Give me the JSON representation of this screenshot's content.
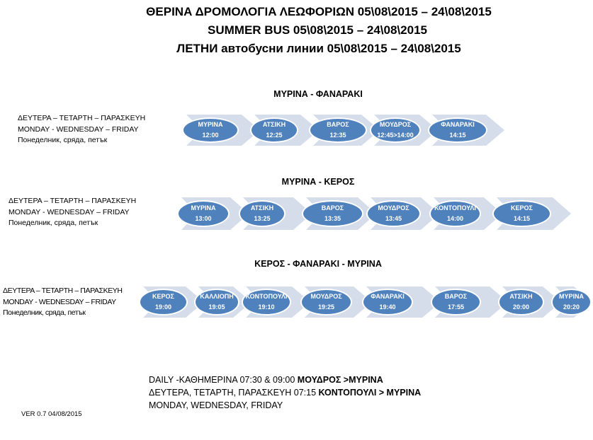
{
  "header": {
    "title_greek": "ΘΕΡΙΝΑ ΔΡΟΜΟΛΟΓΙΑ ΛΕΩΦΟΡΙΩΝ  05\\08\\2015 – 24\\08\\2015",
    "title_english": "SUMMER BUS 05\\08\\2015 – 24\\08\\2015",
    "title_bulgarian": "ЛЕТНИ автобусни линии 05\\08\\2015 – 24\\08\\2015"
  },
  "days": {
    "greek": "ΔΕΥΤΕΡΑ – ΤΕΤΑΡΤΗ – ΠΑΡΑΣΚΕΥΗ",
    "english": "MONDAY - WEDNESDAY – FRIDAY",
    "bulgarian": "Понеделник, сряда, петък"
  },
  "colors": {
    "stop_fill": "#4f81bd",
    "arrow_fill": "#d5dcea"
  },
  "routes": [
    {
      "title": "ΜΥΡΙΝΑ - ΦΑΝΑΡΑΚΙ",
      "stops": [
        {
          "name": "ΜΥΡΙΝΑ",
          "time": "12:00"
        },
        {
          "name": "ΑΤΣΙΚΗ",
          "time": "12:25"
        },
        {
          "name": "ΒΑΡΟΣ",
          "time": "12:35"
        },
        {
          "name": "ΜΟΥΔΡΟΣ",
          "time": "12:45>14:00"
        },
        {
          "name": "ΦΑΝΑΡΑΚΙ",
          "time": "14:15"
        }
      ]
    },
    {
      "title": "ΜΥΡΙΝΑ - ΚΕΡΟΣ",
      "stops": [
        {
          "name": "ΜΥΡΙΝΑ",
          "time": "13:00"
        },
        {
          "name": "ΑΤΣΙΚΗ",
          "time": "13:25"
        },
        {
          "name": "ΒΑΡΟΣ",
          "time": "13:35"
        },
        {
          "name": "ΜΟΥΔΡΟΣ",
          "time": "13:45"
        },
        {
          "name": "ΚΟΝΤΟΠΟΥΛΙ",
          "time": "14:00"
        },
        {
          "name": "ΚΕΡΟΣ",
          "time": "14:15"
        }
      ]
    },
    {
      "title": "ΚΕΡΟΣ - ΦΑΝΑΡΑΚΙ - ΜΥΡΙΝΑ",
      "stops": [
        {
          "name": "ΚΕΡΟΣ",
          "time": "19:00"
        },
        {
          "name": "ΚΑΛΛΙΟΠΗ",
          "time": "19:05"
        },
        {
          "name": "ΚΟΝΤΟΠΟΥΛΙ",
          "time": "19:10"
        },
        {
          "name": "ΜΟΥΔΡΟΣ",
          "time": "19:25"
        },
        {
          "name": "ΦΑΝΑΡΑΚΙ",
          "time": "19:40"
        },
        {
          "name": "ΒΑΡΟΣ",
          "time": "17:55"
        },
        {
          "name": "ΑΤΣΙΚΗ",
          "time": "20:00"
        },
        {
          "name": "ΜΥΡΙΝΑ",
          "time": "20:20"
        }
      ]
    }
  ],
  "notes": {
    "line1_prefix": "DAILY -ΚΑΘΗΜΕΡΙΝΑ 07:30 & 09:00 ",
    "line1_bold": "ΜΟΥΔΡΟΣ >ΜΥΡΙΝΑ",
    "line2_prefix": "ΔΕΥΤΕΡΑ, ΤΕΤΑΡΤΗ, ΠΑΡΑΣΚΕΥΗ 07:15 ",
    "line2_bold": "ΚΟΝΤΟΠΟΥΛΙ > ΜΥΡΙΝΑ",
    "line3": "MONDAY, WEDNESDAY, FRIDAY"
  },
  "version": "VER 0.7 04/08/2015"
}
